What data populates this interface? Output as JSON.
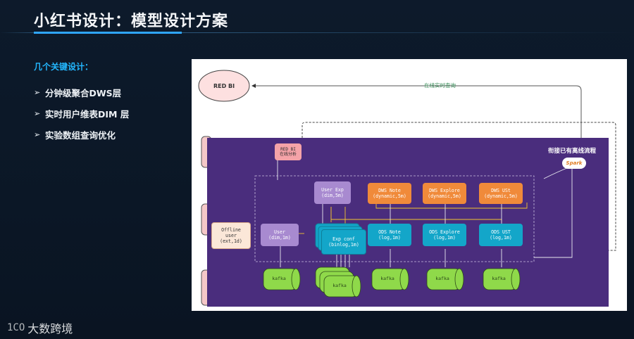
{
  "page": {
    "title": "小红书设计：模型设计方案",
    "section_label": "几个关键设计：",
    "bullets": [
      {
        "label": "分钟级聚合DWS层"
      },
      {
        "label": "实时用户维表DIM 层"
      },
      {
        "label": "实验数组查询优化"
      }
    ],
    "logo_text": "大数跨境",
    "logo_mark": "1CO"
  },
  "diagram": {
    "red_bi": "RED BI",
    "realtime_query": "在线实时查询",
    "red_bi_small": {
      "line1": "RED BI",
      "line2": "在线分析"
    },
    "offline_flow_label": "衔接已有离线流程",
    "spark": "Spark",
    "dws_nodes": [
      {
        "line1": "User Exp",
        "line2": "(dim,5m)"
      },
      {
        "line1": "DWS Note",
        "line2": "(dynamic,5m)"
      },
      {
        "line1": "DWS Explore",
        "line2": "(dynamic,5m)"
      },
      {
        "line1": "DWS USt",
        "line2": "(dynamic,5m)"
      }
    ],
    "offline_user": {
      "line1": "Offline",
      "line2": "user",
      "line3": "(ext,1d)"
    },
    "dim_user": {
      "line1": "User",
      "line2": "(dim,1m)"
    },
    "exp_conf": {
      "line1": "Exp conf",
      "line2": "(binlog,1m)"
    },
    "ods_nodes": [
      {
        "line1": "ODS Note",
        "line2": "(log,1m)"
      },
      {
        "line1": "ODS Explore",
        "line2": "(log,1m)"
      },
      {
        "line1": "ODS UST",
        "line2": "(log,1m)"
      }
    ],
    "kafka": [
      "kafka",
      "kafka",
      "kafka",
      "kafka",
      "kafka"
    ]
  },
  "colors": {
    "accent": "#2fa6ff",
    "section_label": "#23b7ff",
    "purple_region": "#4a2d7d",
    "orange_node": "#f08a3a",
    "cyan_node": "#13a6c9",
    "kafka_green": "#8fd94a"
  }
}
